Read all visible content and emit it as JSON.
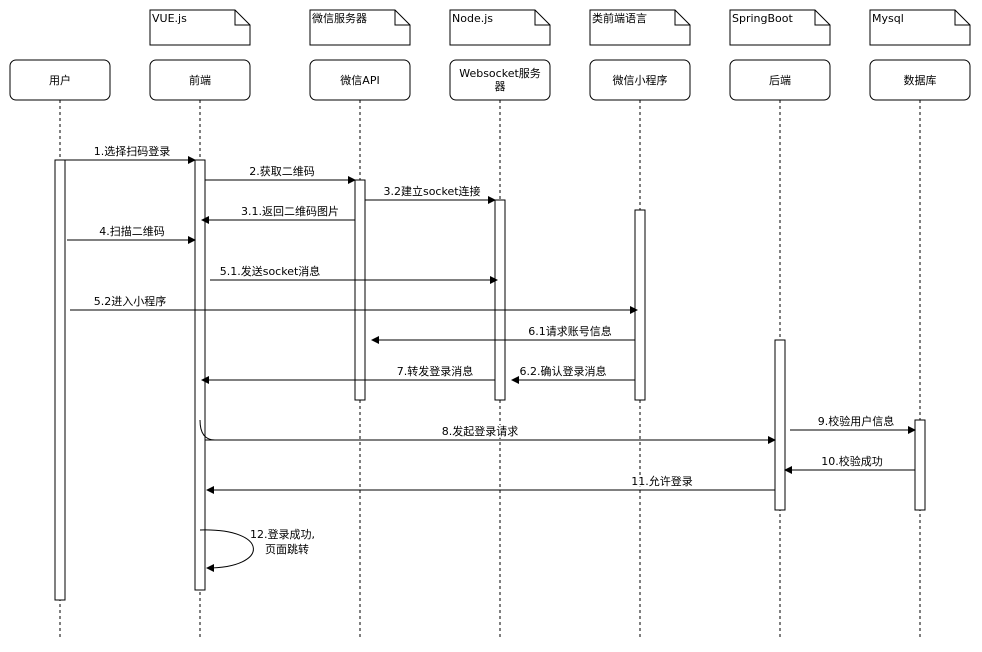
{
  "participants": [
    {
      "name": "用户",
      "note": ""
    },
    {
      "name": "前端",
      "note": "VUE.js"
    },
    {
      "name": "微信API",
      "note": "微信服务器"
    },
    {
      "name": [
        "Websocket服务",
        "器"
      ],
      "note": "Node.js"
    },
    {
      "name": "微信小程序",
      "note": "类前端语言"
    },
    {
      "name": "后端",
      "note": "SpringBoot"
    },
    {
      "name": "数据库",
      "note": "Mysql"
    }
  ],
  "messages": [
    {
      "label": "1.选择扫码登录",
      "from": "用户",
      "to": "前端"
    },
    {
      "label": "2.获取二维码",
      "from": "前端",
      "to": "微信API"
    },
    {
      "label": "3.2建立socket连接",
      "from": "微信API",
      "to": "Websocket服务器"
    },
    {
      "label": "3.1.返回二维码图片",
      "from": "微信API",
      "to": "前端"
    },
    {
      "label": "4.扫描二维码",
      "from": "用户",
      "to": "前端"
    },
    {
      "label": "5.1.发送socket消息",
      "from": "前端",
      "to": "Websocket服务器"
    },
    {
      "label": "5.2进入小程序",
      "from": "用户",
      "to": "微信小程序"
    },
    {
      "label": "6.1请求账号信息",
      "from": "微信小程序",
      "to": "微信API"
    },
    {
      "label": "7.转发登录消息",
      "from": "Websocket服务器",
      "to": "前端"
    },
    {
      "label": "6.2.确认登录消息",
      "from": "微信小程序",
      "to": "Websocket服务器"
    },
    {
      "label": "8.发起登录请求",
      "from": "前端",
      "to": "后端"
    },
    {
      "label": "9.校验用户信息",
      "from": "后端",
      "to": "数据库"
    },
    {
      "label": "10.校验成功",
      "from": "数据库",
      "to": "后端"
    },
    {
      "label": "11.允许登录",
      "from": "后端",
      "to": "前端"
    },
    {
      "label": [
        "12.登录成功,",
        "页面跳转"
      ],
      "from": "前端",
      "to": "前端"
    }
  ]
}
